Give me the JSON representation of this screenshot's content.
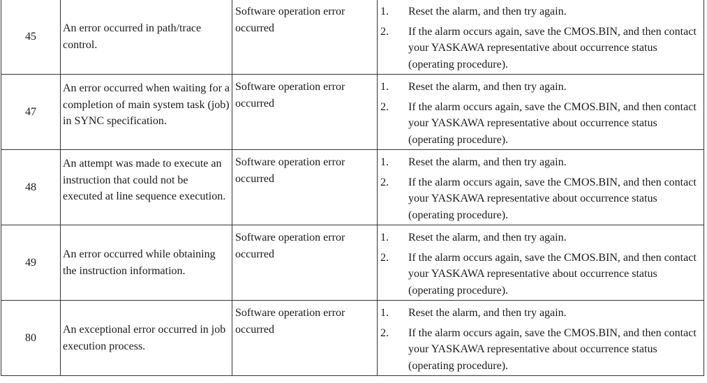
{
  "rows": [
    {
      "code": "45",
      "message": "An error occurred in path/trace control.",
      "cause": "Software operation error occurred",
      "remedy": [
        {
          "num": "1.",
          "text": "Reset the alarm, and then try again."
        },
        {
          "num": "2.",
          "text": "If the alarm occurs again, save the CMOS.BIN, and then contact your YASKAWA representative about occurrence status (operating procedure)."
        }
      ]
    },
    {
      "code": "47",
      "message": "An error occurred when waiting for a completion of main system task (job) in SYNC specification.",
      "cause": "Software operation error occurred",
      "remedy": [
        {
          "num": "1.",
          "text": "Reset the alarm, and then try again."
        },
        {
          "num": "2.",
          "text": "If the alarm occurs again, save the CMOS.BIN, and then contact your YASKAWA representative about occurrence status (operating procedure)."
        }
      ]
    },
    {
      "code": "48",
      "message": "An attempt was made to execute an instruction that could not be executed at line sequence execution.",
      "cause": "Software operation error occurred",
      "remedy": [
        {
          "num": "1.",
          "text": "Reset the alarm, and then try again."
        },
        {
          "num": "2.",
          "text": "If the alarm occurs again, save the CMOS.BIN, and then contact your YASKAWA representative about occurrence status (operating procedure)."
        }
      ]
    },
    {
      "code": "49",
      "message": "An error occurred while obtaining the instruction information.",
      "cause": "Software operation error occurred",
      "remedy": [
        {
          "num": "1.",
          "text": "Reset the alarm, and then try again."
        },
        {
          "num": "2.",
          "text": "If the alarm occurs again, save the CMOS.BIN, and then contact your YASKAWA representative about occurrence status (operating procedure)."
        }
      ]
    },
    {
      "code": "80",
      "message": "An exceptional error occurred in job execution process.",
      "cause": "Software operation error occurred",
      "remedy": [
        {
          "num": "1.",
          "text": "Reset the alarm, and then try again."
        },
        {
          "num": "2.",
          "text": "If the alarm occurs again, save the CMOS.BIN, and then contact your YASKAWA representative about occurrence status (operating procedure)."
        }
      ]
    }
  ]
}
